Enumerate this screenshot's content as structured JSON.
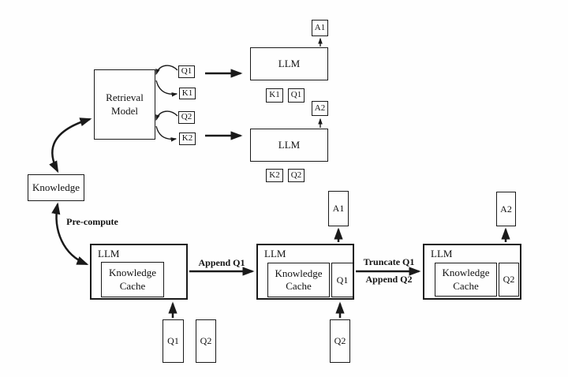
{
  "colors": {
    "ink": "#1a1a1a",
    "paper": "#ffffff"
  },
  "retrieval_section": {
    "model_label": "Retrieval Model",
    "q1": "Q1",
    "k1": "K1",
    "q2": "Q2",
    "k2": "K2"
  },
  "top_llm_1": {
    "label": "LLM",
    "answer": "A1",
    "context_k": "K1",
    "context_q": "Q1"
  },
  "top_llm_2": {
    "label": "LLM",
    "answer": "A2",
    "context_k": "K2",
    "context_q": "Q2"
  },
  "knowledge": {
    "label": "Knowledge",
    "edge_label": "Pre-compute"
  },
  "cache_stage_1": {
    "llm_label": "LLM",
    "cache_label": "Knowledge Cache"
  },
  "cache_stage_2": {
    "llm_label": "LLM",
    "cache_label": "Knowledge Cache",
    "slot": "Q1",
    "answer": "A1"
  },
  "cache_stage_3": {
    "llm_label": "LLM",
    "cache_label": "Knowledge Cache",
    "slot": "Q2",
    "answer": "A2"
  },
  "edges": {
    "append_q1": "Append Q1",
    "truncate_q1": "Truncate Q1",
    "append_q2": "Append Q2"
  },
  "queries": {
    "q1": "Q1",
    "q2": "Q2",
    "q2_second": "Q2"
  }
}
